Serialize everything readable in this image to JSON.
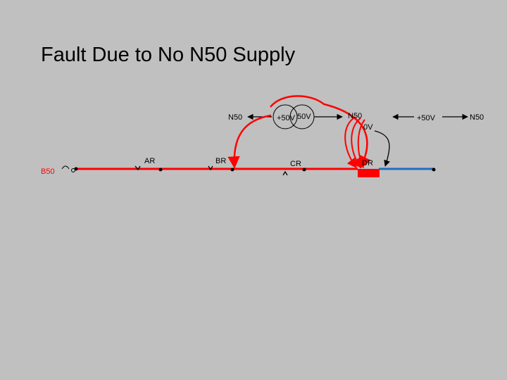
{
  "slide": {
    "title": "Fault Due to No N50 Supply"
  },
  "diagram": {
    "colors": {
      "background": "#c0c0c0",
      "energised_wire": "#ff0000",
      "dead_wire": "#1f6fc0",
      "relay_body": "#ff0000",
      "outline": "#000000"
    },
    "labels": {
      "b50": "B50",
      "ar": "AR",
      "br": "BR",
      "cr": "CR",
      "dr": "DR",
      "n50_left": "N50",
      "p50_transformer": "+50V",
      "o50_transformer": "50V",
      "n50_mid": "N50",
      "zero_v": "0V",
      "p50_right": "+50V",
      "n50_right": "N50"
    }
  }
}
